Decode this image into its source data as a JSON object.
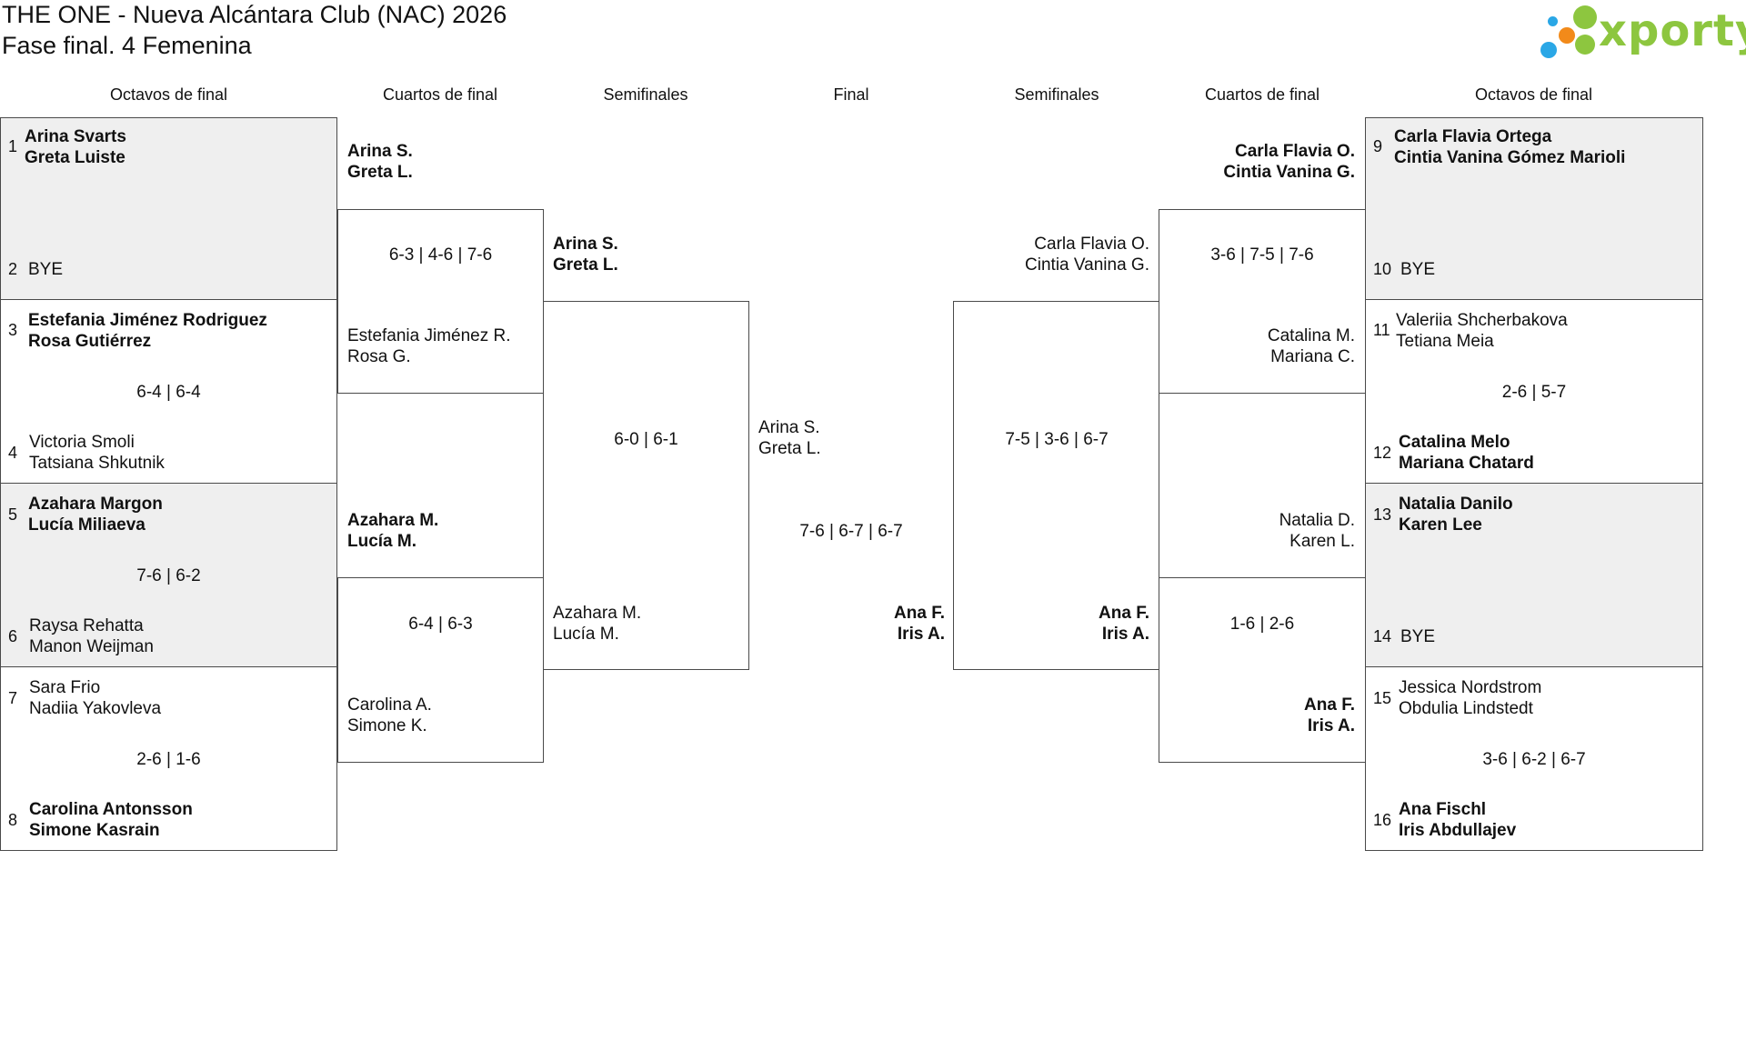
{
  "header": {
    "title": "THE ONE - Nueva Alcántara Club (NAC) 2026",
    "subtitle": "Fase final. 4 Femenina"
  },
  "logo": {
    "text": "xporty",
    "colors": [
      "#2aa7e6",
      "#8dc63f",
      "#f28a1a"
    ]
  },
  "columns": {
    "left_r16": "Octavos de final",
    "left_qf": "Cuartos de final",
    "left_sf": "Semifinales",
    "final": "Final",
    "right_sf": "Semifinales",
    "right_qf": "Cuartos de final",
    "right_r16": "Octavos de final"
  },
  "left_r16": [
    {
      "top": {
        "seed": "1",
        "p1": "Arina Svarts",
        "p2": "Greta Luiste",
        "winner": true
      },
      "bottom": {
        "seed": "2",
        "p1": "BYE",
        "p2": "",
        "winner": false
      },
      "score": "",
      "grey": true
    },
    {
      "top": {
        "seed": "3",
        "p1": "Estefania Jiménez Rodriguez",
        "p2": "Rosa Gutiérrez",
        "winner": true
      },
      "bottom": {
        "seed": "4",
        "p1": "Victoria Smoli",
        "p2": "Tatsiana Shkutnik",
        "winner": false
      },
      "score": "6-4 | 6-4",
      "grey": false
    },
    {
      "top": {
        "seed": "5",
        "p1": "Azahara Margon",
        "p2": "Lucía Miliaeva",
        "winner": true
      },
      "bottom": {
        "seed": "6",
        "p1": "Raysa Rehatta",
        "p2": "Manon Weijman",
        "winner": false
      },
      "score": "7-6 | 6-2",
      "grey": true
    },
    {
      "top": {
        "seed": "7",
        "p1": "Sara Frio",
        "p2": "Nadiia Yakovleva",
        "winner": false
      },
      "bottom": {
        "seed": "8",
        "p1": "Carolina Antonsson",
        "p2": "Simone Kasrain",
        "winner": true
      },
      "score": "2-6 | 1-6",
      "grey": false
    }
  ],
  "right_r16": [
    {
      "top": {
        "seed": "9",
        "p1": "Carla Flavia Ortega",
        "p2": "Cintia Vanina Gómez Marioli",
        "winner": true
      },
      "bottom": {
        "seed": "10",
        "p1": "BYE",
        "p2": "",
        "winner": false
      },
      "score": "",
      "grey": true
    },
    {
      "top": {
        "seed": "11",
        "p1": "Valeriia Shcherbakova",
        "p2": "Tetiana Meia",
        "winner": false
      },
      "bottom": {
        "seed": "12",
        "p1": "Catalina Melo",
        "p2": "Mariana Chatard",
        "winner": true
      },
      "score": "2-6 | 5-7",
      "grey": false
    },
    {
      "top": {
        "seed": "13",
        "p1": "Natalia Danilo",
        "p2": "Karen Lee",
        "winner": true
      },
      "bottom": {
        "seed": "14",
        "p1": "BYE",
        "p2": "",
        "winner": false
      },
      "score": "",
      "grey": true
    },
    {
      "top": {
        "seed": "15",
        "p1": "Jessica Nordstrom",
        "p2": "Obdulia Lindstedt",
        "winner": false
      },
      "bottom": {
        "seed": "16",
        "p1": "Ana Fischl",
        "p2": "Iris Abdullajev",
        "winner": true
      },
      "score": "3-6 | 6-2 | 6-7",
      "grey": false
    }
  ],
  "left_qf": [
    {
      "top": {
        "p1": "Arina S.",
        "p2": "Greta L.",
        "winner": true
      },
      "bottom": {
        "p1": "Estefania Jiménez R.",
        "p2": "Rosa G.",
        "winner": false
      },
      "score": "6-3 | 4-6 | 7-6"
    },
    {
      "top": {
        "p1": "Azahara M.",
        "p2": "Lucía M.",
        "winner": true
      },
      "bottom": {
        "p1": "Carolina A.",
        "p2": "Simone K.",
        "winner": false
      },
      "score": "6-4 | 6-3"
    }
  ],
  "right_qf": [
    {
      "top": {
        "p1": "Carla Flavia O.",
        "p2": "Cintia Vanina G.",
        "winner": true
      },
      "bottom": {
        "p1": "Catalina M.",
        "p2": "Mariana C.",
        "winner": false
      },
      "score": "3-6 | 7-5 | 7-6"
    },
    {
      "top": {
        "p1": "Natalia D.",
        "p2": "Karen L.",
        "winner": false
      },
      "bottom": {
        "p1": "Ana F.",
        "p2": "Iris A.",
        "winner": true
      },
      "score": "1-6 | 2-6"
    }
  ],
  "left_sf": {
    "top": {
      "p1": "Arina S.",
      "p2": "Greta L.",
      "winner": true
    },
    "bottom": {
      "p1": "Azahara M.",
      "p2": "Lucía M.",
      "winner": false
    },
    "score": "6-0 | 6-1"
  },
  "right_sf": {
    "top": {
      "p1": "Carla Flavia O.",
      "p2": "Cintia Vanina G.",
      "winner": false
    },
    "bottom": {
      "p1": "Ana F.",
      "p2": "Iris A.",
      "winner": true
    },
    "score": "7-5 | 3-6 | 6-7"
  },
  "final": {
    "top": {
      "p1": "Arina S.",
      "p2": "Greta L.",
      "winner": false
    },
    "bottom": {
      "p1": "Ana F.",
      "p2": "Iris A.",
      "winner": true
    },
    "score": "7-6 | 6-7 | 6-7"
  }
}
